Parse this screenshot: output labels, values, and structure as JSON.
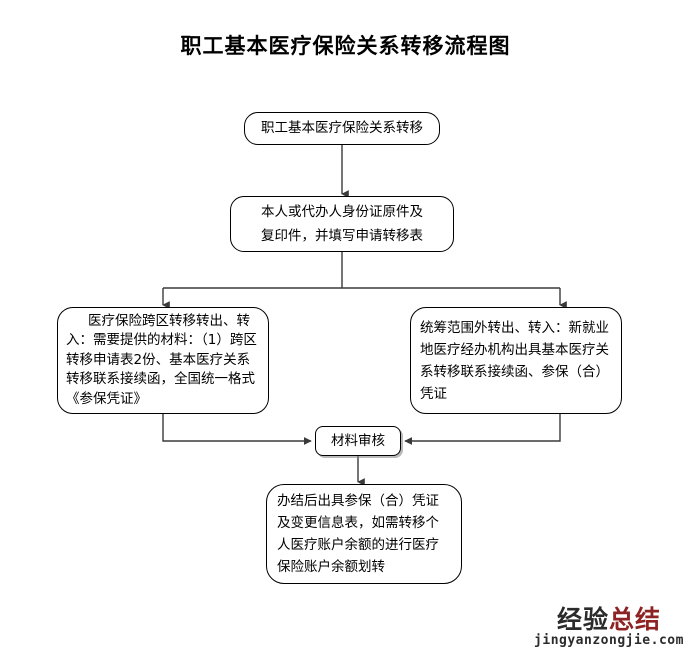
{
  "page": {
    "title": "职工基本医疗保险关系转移流程图",
    "background": "#ffffff",
    "line_color": "#3a3a3a"
  },
  "flowchart": {
    "type": "flowchart",
    "orientation": "top-to-bottom",
    "nodes": [
      {
        "id": "start",
        "shape": "rounded-rectangle",
        "label": "职工基本医疗保险关系转移"
      },
      {
        "id": "docs",
        "shape": "rounded-rectangle",
        "label": "本人或代办人身份证原件及\n复印件，并填写申请转移表"
      },
      {
        "id": "cross-region",
        "shape": "rounded-rectangle",
        "label": "医疗保险跨区转移转出、转入：需要提供的材料：（1）跨区转移申请表2份、基本医疗关系转移联系接续函，全国统一格式《参保凭证》"
      },
      {
        "id": "outside-pool",
        "shape": "rounded-rectangle",
        "label": "统筹范围外转出、转入：新就业地医疗经办机构出具基本医疗关系转移联系接续函、参保（合）凭证"
      },
      {
        "id": "review",
        "shape": "rounded-rectangle-shadow",
        "label": "材料审核"
      },
      {
        "id": "finish",
        "shape": "rounded-rectangle",
        "label": "办结后出具参保（合）凭证及变更信息表，如需转移个人医疗账户余额的进行医疗保险账户余额划转"
      }
    ],
    "edges": [
      {
        "from": "start",
        "to": "docs",
        "style": "straight-down-arrow"
      },
      {
        "from": "docs",
        "to": "cross-region",
        "style": "split-left-down-arrow"
      },
      {
        "from": "docs",
        "to": "outside-pool",
        "style": "split-right-down-arrow"
      },
      {
        "from": "cross-region",
        "to": "review",
        "style": "down-then-right-arrow"
      },
      {
        "from": "outside-pool",
        "to": "review",
        "style": "down-then-left-arrow"
      },
      {
        "from": "review",
        "to": "finish",
        "style": "straight-down-arrow"
      }
    ]
  },
  "watermark": {
    "text_dark": "经验",
    "text_red": "总结",
    "url": "jingyanzongjie.com",
    "dark_color": "#2b2b2b",
    "red_color": "#8e2323"
  }
}
